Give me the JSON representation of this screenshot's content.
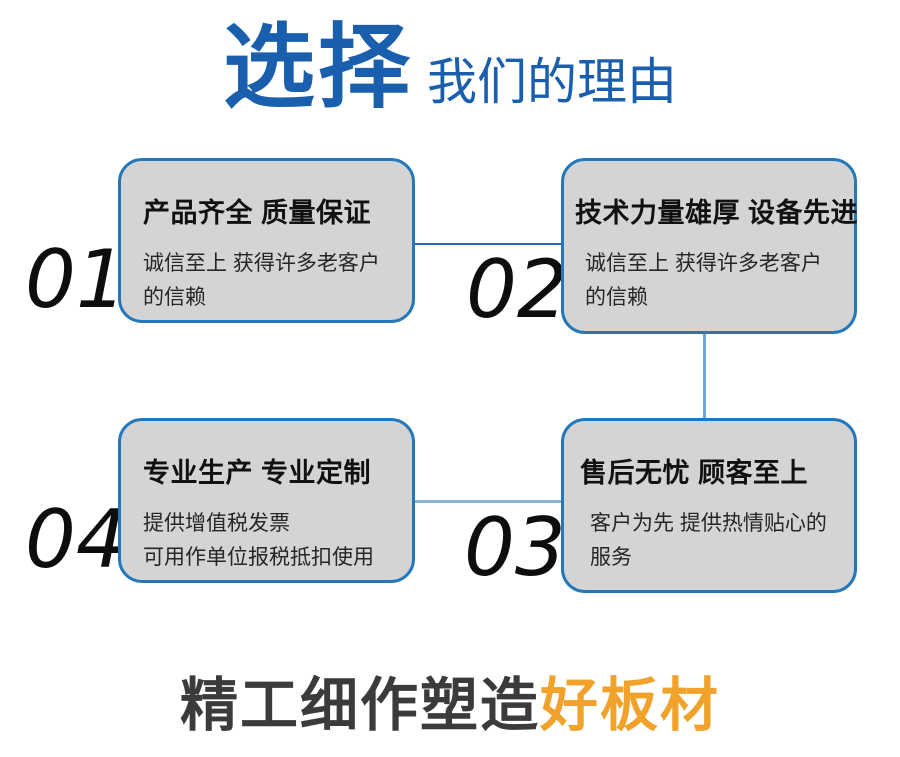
{
  "header": {
    "title_accent": "选择",
    "title_rest": "我们的理由"
  },
  "cards": [
    {
      "number": "01",
      "title": "产品齐全 质量保证",
      "body": "诚信至上 获得许多老客户\n的信赖"
    },
    {
      "number": "02",
      "title": "技术力量雄厚 设备先进",
      "body": "诚信至上 获得许多老客户\n的信赖"
    },
    {
      "number": "04",
      "title": "专业生产 专业定制",
      "body": "提供增值税发票\n可用作单位报税抵扣使用"
    },
    {
      "number": "03",
      "title": "售后无忧 顾客至上",
      "body": "客户为先 提供热情贴心的\n服务"
    }
  ],
  "footer": {
    "slogan_prefix": "精工细作塑造",
    "slogan_highlight": "好板材"
  },
  "colors": {
    "accent_blue": "#1a5fae",
    "card_border": "#2478ba",
    "card_background": "#d4d4d4",
    "connector_dark_blue": "#2a6cae",
    "connector_light_blue": "#8ab4d4",
    "slogan_gray": "#3b3b3b",
    "slogan_orange": "#f0a22b",
    "number_black": "#0d0d0d"
  }
}
